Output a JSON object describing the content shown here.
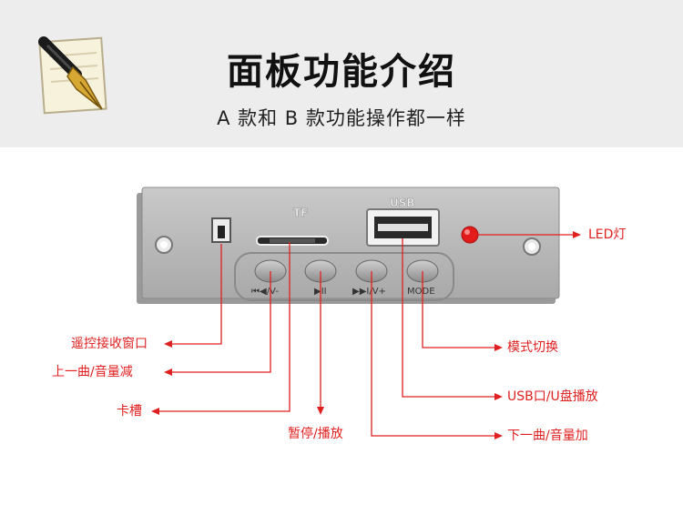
{
  "header": {
    "title": "面板功能介绍",
    "subtitle": "A 款和 B 款功能操作都一样"
  },
  "panel": {
    "tf_mark": "TF",
    "usb_mark": "USB",
    "buttons": [
      "⏮◀/V-",
      "▶II",
      "▶▶I/V+",
      "MODE"
    ]
  },
  "labels": {
    "led": "LED灯",
    "remote_window": "遥控接收窗口",
    "prev_vol_down": "上一曲/音量减",
    "card_slot": "卡槽",
    "pause_play": "暂停/播放",
    "mode_switch": "模式切换",
    "usb_disk_play": "USB口/U盘播放",
    "next_vol_up": "下一曲/音量加"
  },
  "colors": {
    "header_bg": "#ededed",
    "panel": "#b9b9b9",
    "annotation": "#e02020",
    "led": "#e31b1b"
  }
}
